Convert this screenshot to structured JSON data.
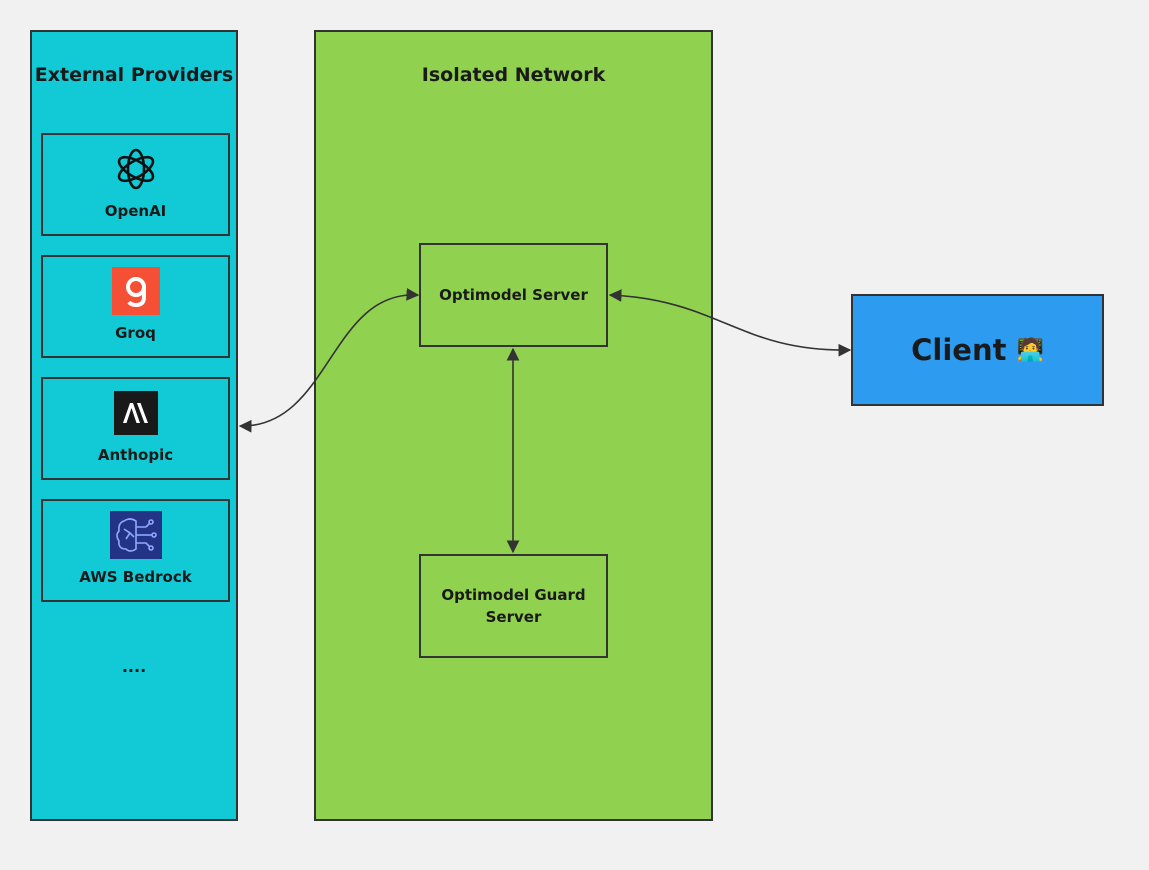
{
  "providers": {
    "title": "External Providers",
    "items": [
      {
        "label": "OpenAI",
        "icon": "openai-logo-icon"
      },
      {
        "label": "Groq",
        "icon": "groq-logo-icon",
        "color": "#f55036"
      },
      {
        "label": "Anthopic",
        "icon": "anthropic-logo-icon",
        "color": "#191919"
      },
      {
        "label": "AWS Bedrock",
        "icon": "aws-bedrock-logo-icon",
        "color": "#2b3a8f"
      }
    ],
    "more": "...."
  },
  "network": {
    "title": "Isolated Network",
    "server_label": "Optimodel Server",
    "guard_label_line1": "Optimodel Guard",
    "guard_label_line2": "Server"
  },
  "client": {
    "label": "Client",
    "emoji": "🧑‍💻"
  },
  "colors": {
    "background": "#f1f1f1",
    "providers_panel": "#12cad6",
    "network_panel": "#90d14f",
    "client_box": "#2d9cf0",
    "stroke": "#333333"
  }
}
